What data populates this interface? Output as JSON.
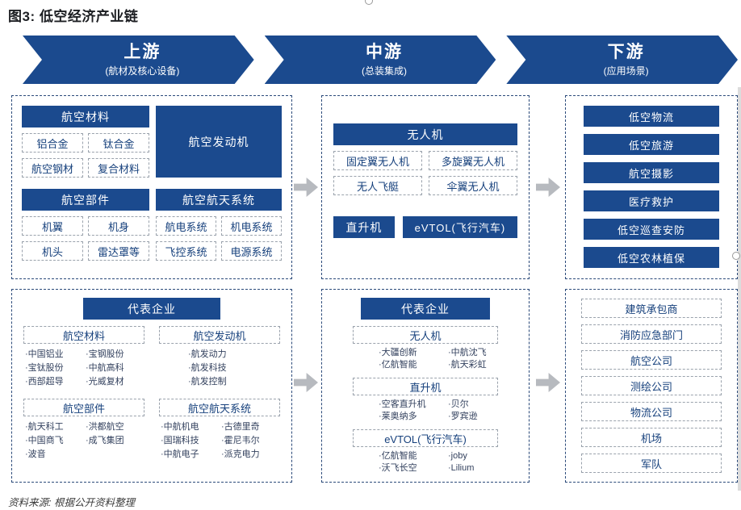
{
  "title": "图3: 低空经济产业链",
  "source": "资料来源: 根据公开资料整理",
  "colors": {
    "primary_blue": "#1b4a8e",
    "panel_border": "#2b4a7a",
    "item_border": "#9aa2ac",
    "flow_arrow_gray": "#b7babf",
    "item_text": "#16407c",
    "list_text": "#33415e"
  },
  "stages": [
    {
      "label": "上游",
      "sub": "(航材及核心设备)"
    },
    {
      "label": "中游",
      "sub": "(总装集成)"
    },
    {
      "label": "下游",
      "sub": "(应用场景)"
    }
  ],
  "upstream": {
    "materials": {
      "header": "航空材料",
      "items": [
        "铝合金",
        "钛合金",
        "航空钢材",
        "复合材料"
      ]
    },
    "engine": "航空发动机",
    "components": {
      "header": "航空部件",
      "items": [
        "机翼",
        "机身",
        "机头",
        "雷达罩等"
      ]
    },
    "systems": {
      "header": "航空航天系统",
      "items": [
        "航电系统",
        "机电系统",
        "飞控系统",
        "电源系统"
      ]
    },
    "companies": {
      "header": "代表企业",
      "groups": [
        {
          "title": "航空材料",
          "lines": [
            [
              "·中国铝业",
              "·宝钢股份"
            ],
            [
              "·宝钛股份",
              "·中航高科"
            ],
            [
              "·西部超导",
              "·光威复材"
            ]
          ]
        },
        {
          "title": "航空发动机",
          "lines": [
            [
              "·航发动力"
            ],
            [
              "·航发科技"
            ],
            [
              "·航发控制"
            ]
          ]
        },
        {
          "title": "航空部件",
          "lines": [
            [
              "·航天科工",
              "·洪都航空"
            ],
            [
              "·中国商飞",
              "·成飞集团"
            ],
            [
              "·波音"
            ]
          ]
        },
        {
          "title": "航空航天系统",
          "lines": [
            [
              "·中航机电",
              "·古德里奇"
            ],
            [
              "·国瑞科技",
              "·霍尼韦尔"
            ],
            [
              "·中航电子",
              "·派克电力"
            ]
          ]
        }
      ]
    }
  },
  "midstream": {
    "drone": {
      "header": "无人机",
      "items": [
        "固定翼无人机",
        "多旋翼无人机",
        "无人飞艇",
        "伞翼无人机"
      ]
    },
    "helicopter": "直升机",
    "evtol": "eVTOL(飞行汽车)",
    "companies": {
      "header": "代表企业",
      "groups": [
        {
          "title": "无人机",
          "lines": [
            [
              "·大疆创新",
              "·中航沈飞"
            ],
            [
              "·亿航智能",
              "·航天彩虹"
            ]
          ]
        },
        {
          "title": "直升机",
          "lines": [
            [
              "·空客直升机",
              "·贝尔"
            ],
            [
              "·莱奥纳多",
              "·罗宾逊"
            ]
          ]
        },
        {
          "title": "eVTOL(飞行汽车)",
          "lines": [
            [
              "·亿航智能",
              "·joby"
            ],
            [
              "·沃飞长空",
              "·Lilium"
            ]
          ]
        }
      ]
    }
  },
  "downstream": {
    "scenes": [
      "低空物流",
      "低空旅游",
      "航空摄影",
      "医疗救护",
      "低空巡查安防",
      "低空农林植保"
    ],
    "customers": [
      "建筑承包商",
      "消防应急部门",
      "航空公司",
      "测绘公司",
      "物流公司",
      "机场",
      "军队"
    ]
  }
}
